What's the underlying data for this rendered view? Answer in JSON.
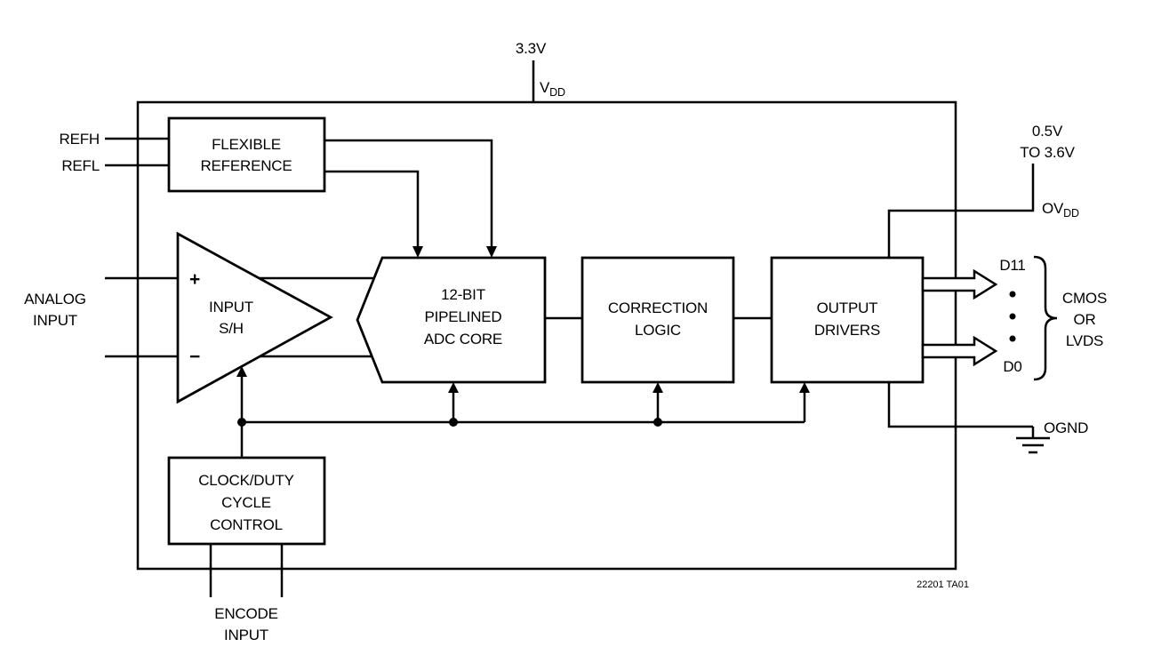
{
  "figure": {
    "code": "22201 TA01"
  },
  "colors": {
    "ink": "#000000",
    "background": "#ffffff"
  },
  "power": {
    "vdd_voltage": "3.3V",
    "vdd_label_main": "V",
    "vdd_label_sub": "DD",
    "ovdd_range_line1": "0.5V",
    "ovdd_range_line2": "TO 3.6V",
    "ovdd_label_main": "OV",
    "ovdd_label_sub": "DD",
    "ognd_label": "OGND"
  },
  "inputs": {
    "refh": "REFH",
    "refl": "REFL",
    "analog_line1": "ANALOG",
    "analog_line2": "INPUT",
    "encode_line1": "ENCODE",
    "encode_line2": "INPUT"
  },
  "outputs": {
    "msb": "D11",
    "lsb": "D0",
    "mode_line1": "CMOS",
    "mode_line2": "OR",
    "mode_line3": "LVDS"
  },
  "blocks": {
    "reference": {
      "line1": "FLEXIBLE",
      "line2": "REFERENCE"
    },
    "sample_hold": {
      "line1": "INPUT",
      "line2": "S/H",
      "plus": "+",
      "minus": "−"
    },
    "adc_core": {
      "line1": "12-BIT",
      "line2": "PIPELINED",
      "line3": "ADC CORE"
    },
    "correction": {
      "line1": "CORRECTION",
      "line2": "LOGIC"
    },
    "output_drivers": {
      "line1": "OUTPUT",
      "line2": "DRIVERS"
    },
    "clock_control": {
      "line1": "CLOCK/DUTY",
      "line2": "CYCLE",
      "line3": "CONTROL"
    }
  }
}
